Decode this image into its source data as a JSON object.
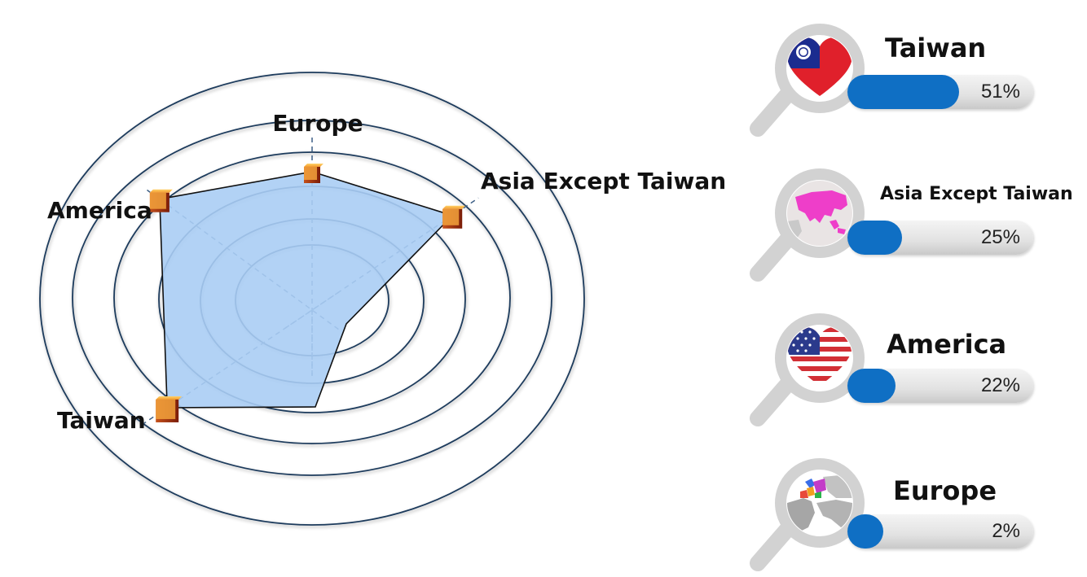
{
  "colors": {
    "polygon_fill": "#aacdf4",
    "ring_stroke": "#1d3a5c",
    "bar_fill": "#0f6fc4",
    "lens_gray": "#d2d2d2",
    "marker_orange": "#f2a23c"
  },
  "chart_data": {
    "type": "radar",
    "axes": [
      "Europe",
      "Asia Except Taiwan",
      "America",
      "Taiwan"
    ],
    "series": [
      {
        "values": [
          2,
          25,
          22,
          51
        ]
      }
    ],
    "grid": true
  },
  "legend": [
    {
      "label": "Taiwan",
      "value": 51,
      "value_label": "51%",
      "icon": "taiwan-flag-heart-icon"
    },
    {
      "label": "Asia Except Taiwan",
      "value": 25,
      "value_label": "25%",
      "icon": "asia-map-icon"
    },
    {
      "label": "America",
      "value": 22,
      "value_label": "22%",
      "icon": "usa-flag-heart-icon"
    },
    {
      "label": "Europe",
      "value": 2,
      "value_label": "2%",
      "icon": "europe-map-icon"
    }
  ]
}
